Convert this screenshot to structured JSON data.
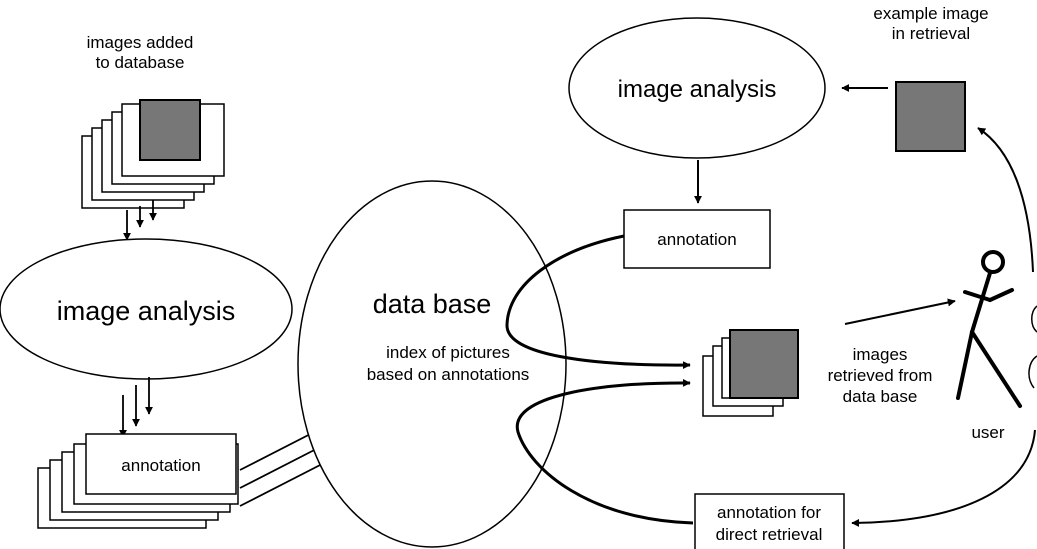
{
  "labels": {
    "images_added_line1": "images added",
    "images_added_line2": "to database",
    "analysis_left": "image analysis",
    "analysis_top": "image analysis",
    "annotation_left": "annotation",
    "annotation_top": "annotation",
    "database_title": "data base",
    "database_desc_line1": "index of pictures",
    "database_desc_line2": "based on annotations",
    "example_line1": "example image",
    "example_line2": "in retrieval",
    "retrieved_line1": "images",
    "retrieved_line2": "retrieved from",
    "retrieved_line3": "data base",
    "user": "user",
    "direct_line1": "annotation for",
    "direct_line2": "direct retrieval"
  },
  "colors": {
    "image_fill": "#777777",
    "stroke": "#000000",
    "background": "#ffffff"
  }
}
